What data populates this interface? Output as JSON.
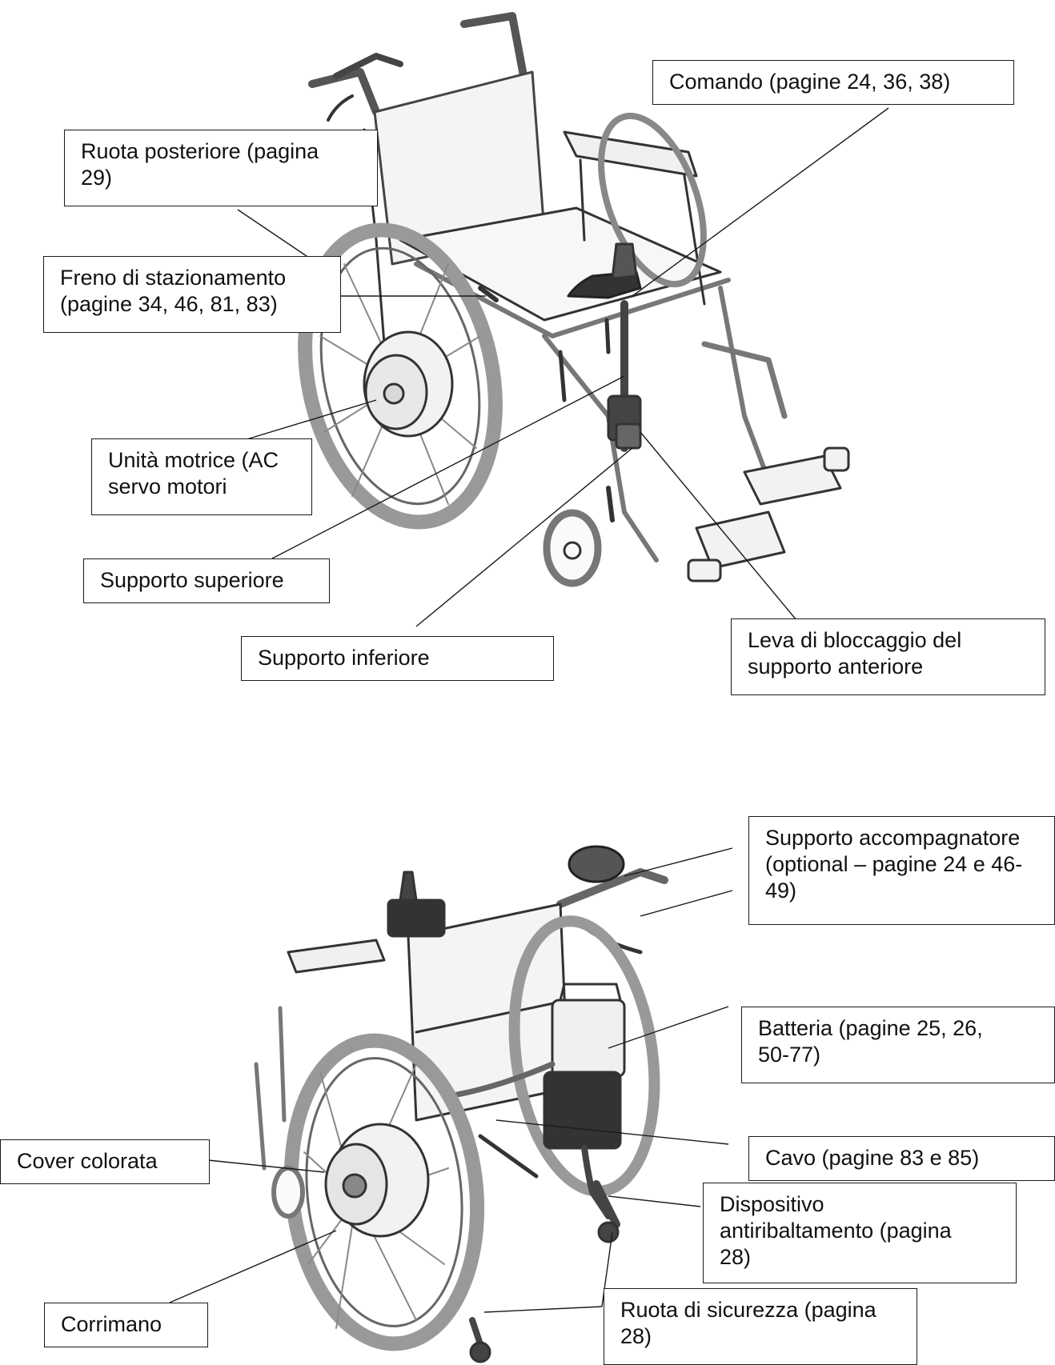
{
  "labels": {
    "comando": "Comando (pagine 24, 36, 38)",
    "ruota_posteriore": "Ruota posteriore (pagina\n29)",
    "freno": "Freno di stazionamento\n(pagine 34, 46, 81, 83)",
    "unita_motrice": "Unità motrice (AC\nservo motori",
    "supporto_superiore": "Supporto superiore",
    "supporto_inferiore": "Supporto inferiore",
    "leva": "Leva di bloccaggio del\nsupporto anteriore",
    "supporto_accompagnatore": "Supporto accompagnatore\n(optional – pagine 24 e 46-\n49)",
    "batteria": "Batteria (pagine 25, 26,\n50-77)",
    "cavo": "Cavo (pagine 83 e 85)",
    "cover": "Cover colorata",
    "dispositivo": "Dispositivo\nantiribaltamento (pagina\n28)",
    "corrimano": "Corrimano",
    "ruota_sicurezza": "Ruota di sicurezza (pagina\n28)"
  },
  "colors": {
    "line": "#1a1a1a",
    "frame": "#7a7a7a",
    "tire": "#9a9a9a",
    "fill": "#f2f2f2",
    "dark": "#3a3a3a"
  }
}
